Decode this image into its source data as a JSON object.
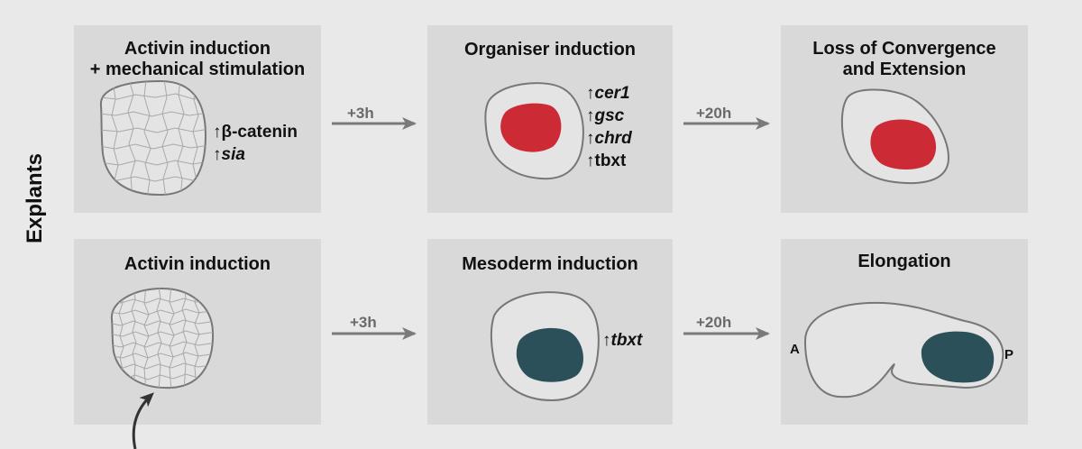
{
  "side_label": "Explants",
  "top_row": {
    "panel1": {
      "title": "Activin induction\n+ mechanical stimulation",
      "genes": [
        "β-catenin",
        "sia"
      ]
    },
    "arrow1_label": "+3h",
    "panel2": {
      "title": "Organiser induction",
      "genes": [
        "cer1",
        "gsc",
        "chrd",
        "tbxt"
      ]
    },
    "arrow2_label": "+20h",
    "panel3": {
      "title": "Loss of Convergence\nand Extension"
    }
  },
  "bottom_row": {
    "panel1": {
      "title": "Activin induction"
    },
    "arrow1_label": "+3h",
    "panel2": {
      "title": "Mesoderm induction",
      "genes": [
        "tbxt"
      ]
    },
    "arrow2_label": "+20h",
    "panel3": {
      "title": "Elongation",
      "anterior_label": "A",
      "posterior_label": "P"
    }
  },
  "colors": {
    "organiser": "#cc2a35",
    "mesoderm": "#2c5059",
    "arrow": "#7a7a7a",
    "panel": "#d9d9d9",
    "background": "#e9e9e9"
  }
}
